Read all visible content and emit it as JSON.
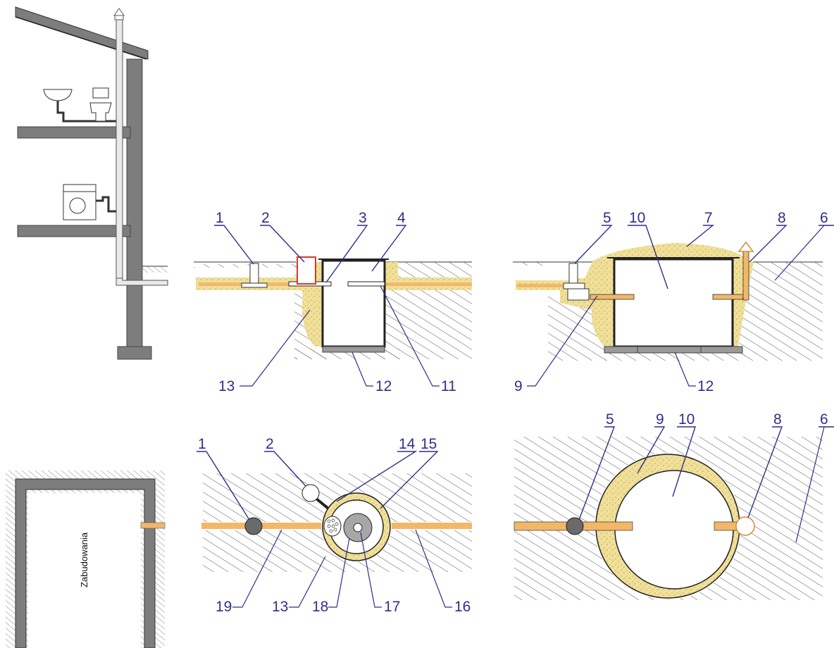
{
  "colors": {
    "wall": "#7d7d7d",
    "wall_dark": "#4a4a4a",
    "sand": "#f0e09a",
    "pipe": "#f2b868",
    "label": "#2f2f8a",
    "hatch": "#444444",
    "accent_red": "#d9392b"
  },
  "labels": {
    "section_a": {
      "l1": "1",
      "l2": "2",
      "l3": "3",
      "l4": "4",
      "l13": "13",
      "l12": "12",
      "l11": "11"
    },
    "section_b": {
      "l5": "5",
      "l10": "10",
      "l7": "7",
      "l8": "8",
      "l6": "6",
      "l9": "9",
      "l12": "12"
    },
    "plan_a": {
      "l1": "1",
      "l2": "2",
      "l14": "14",
      "l15": "15",
      "l19": "19",
      "l13": "13",
      "l18": "18",
      "l17": "17",
      "l16": "16"
    },
    "plan_b": {
      "l5": "5",
      "l9": "9",
      "l10": "10",
      "l8": "8",
      "l6": "6"
    }
  },
  "house_plan": {
    "room_label": "Zabudowania"
  }
}
